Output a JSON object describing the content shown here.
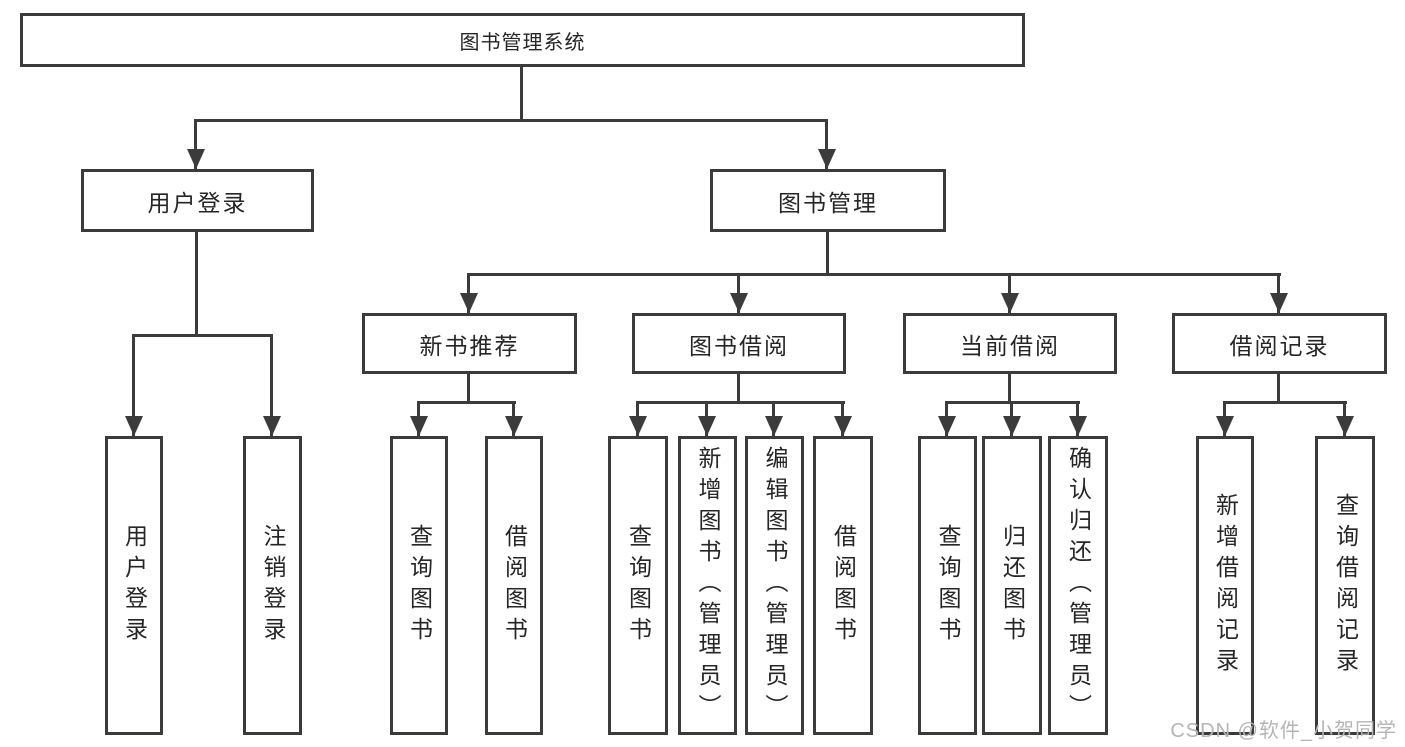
{
  "diagram": {
    "root": {
      "label": "图书管理系统"
    },
    "user_login": {
      "label": "用户登录",
      "children": [
        {
          "label": "用户登录"
        },
        {
          "label": "注销登录"
        }
      ]
    },
    "book_mgmt": {
      "label": "图书管理",
      "sections": [
        {
          "label": "新书推荐",
          "children": [
            {
              "label": "查询图书"
            },
            {
              "label": "借阅图书"
            }
          ]
        },
        {
          "label": "图书借阅",
          "children": [
            {
              "label": "查询图书"
            },
            {
              "label": "新增图书（管理员）"
            },
            {
              "label": "编辑图书（管理员）"
            },
            {
              "label": "借阅图书"
            }
          ]
        },
        {
          "label": "当前借阅",
          "children": [
            {
              "label": "查询图书"
            },
            {
              "label": "归还图书"
            },
            {
              "label": "确认归还（管理员）"
            }
          ]
        },
        {
          "label": "借阅记录",
          "children": [
            {
              "label": "新增借阅记录"
            },
            {
              "label": "查询借阅记录"
            }
          ]
        }
      ]
    },
    "watermark": "CSDN @软件_小贺同学"
  },
  "colors": {
    "line": "#3b3b3b",
    "text": "#262626",
    "watermark": "#b5b5b5",
    "background": "#ffffff"
  }
}
